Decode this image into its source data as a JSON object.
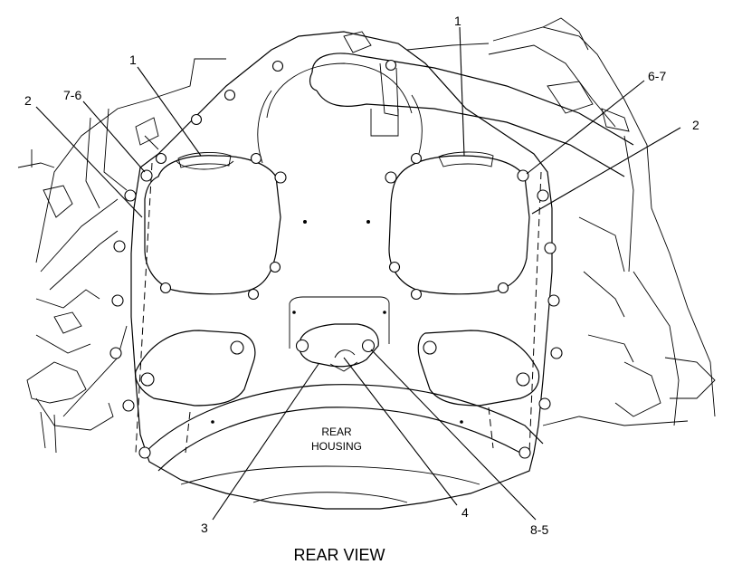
{
  "diagram": {
    "caption": "REAR VIEW",
    "housing_label_line1": "REAR",
    "housing_label_line2": "HOUSING",
    "callouts": {
      "c1_left": "1",
      "c1_right": "1",
      "c2_left": "2",
      "c2_right": "2",
      "c7_6": "7-6",
      "c6_7": "6-7",
      "c3": "3",
      "c4": "4",
      "c8_5": "8-5"
    }
  }
}
